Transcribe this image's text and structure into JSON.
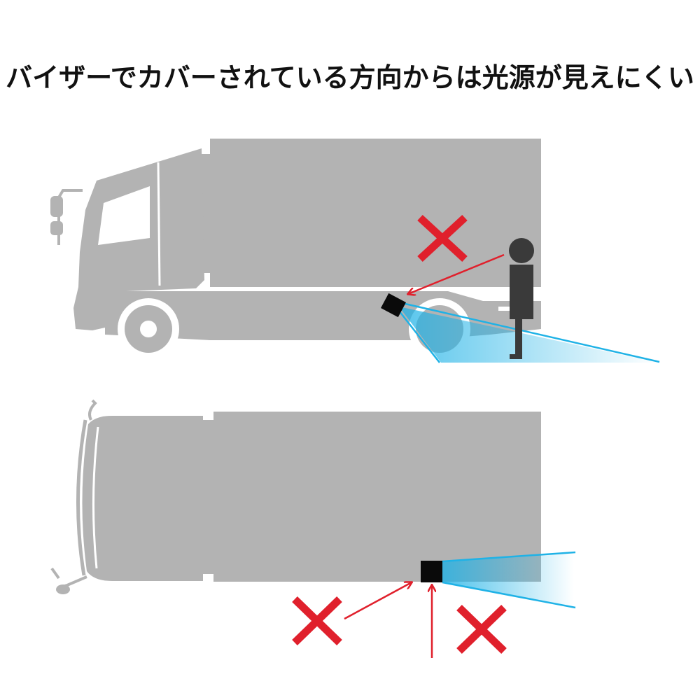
{
  "title": "バイザーでカバーされている方向からは光源が見えにくい",
  "colors": {
    "truck": "#b3b3b3",
    "light_block": "#0a0a0a",
    "beam": "#1fb2e6",
    "cross": "#e0202c",
    "person": "#3a3a3a",
    "background": "#ffffff"
  },
  "side_view": {
    "marks": [
      "cross"
    ]
  },
  "top_view": {
    "marks": [
      "cross",
      "cross"
    ]
  }
}
